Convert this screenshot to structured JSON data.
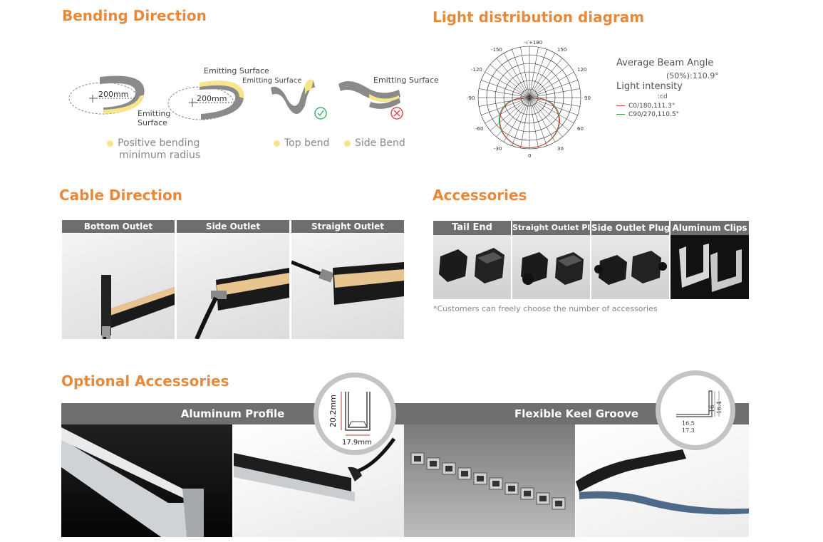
{
  "bending": {
    "title": "Bending Direction",
    "radius_label_1": "200mm",
    "radius_label_2": "200mm",
    "emitting_surface_a": "Emitting Surface",
    "emitting_surface_b": "Emitting Surface",
    "emitting_surface_c": "Emitting Surface",
    "emitting_line1": "Emitting",
    "emitting_line2": "Surface",
    "legend_positive_1": "Positive bending",
    "legend_positive_2": "minimum radius",
    "legend_top": "Top bend",
    "legend_side": "Side Bend",
    "colors": {
      "accent": "#e8893a",
      "strip_gray": "#8a8a8a",
      "emit_yellow": "#f7e58a",
      "ok_green": "#3cb371",
      "bad_red": "#e04848"
    }
  },
  "light": {
    "title": "Light distribution diagram",
    "angles_top": [
      "-√+180",
      "-150",
      "150",
      "-120",
      "120",
      "-90",
      "90",
      "-60",
      "60",
      "-30",
      "30",
      "0"
    ],
    "lbl_top": "-√+180",
    "lbl_m150": "-150",
    "lbl_p150": "150",
    "lbl_m120": "-120",
    "lbl_p120": "120",
    "lbl_m90": "-90",
    "lbl_p90": "90",
    "lbl_m60": "-60",
    "lbl_p60": "60",
    "lbl_m30": "-30",
    "lbl_p30": "30",
    "lbl_0": "0",
    "avg_beam_angle": "Average Beam Angle",
    "beam_value": "(50%):110.9°",
    "light_intensity": "Light intensity",
    "unit": ":cd",
    "c0": "C0/180,111.3°",
    "c90": "C90/270,110.5°",
    "c0_color": "#d04040",
    "c90_color": "#3a9a4a"
  },
  "cable": {
    "title": "Cable Direction",
    "bottom": "Bottom Outlet",
    "side": "Side Outlet",
    "straight": "Straight Outlet"
  },
  "accessories": {
    "title": "Accessories",
    "tail_end": "Tail End",
    "straight_plug": "Straight Outlet Plug",
    "side_plug": "Side Outlet Plug",
    "clips": "Aluminum Clips",
    "note": "*Customers can freely choose the number of accessories"
  },
  "optional": {
    "title": "Optional Accessories",
    "aluminum_profile": "Aluminum Profile",
    "keel_groove": "Flexible Keel Groove",
    "dim_height": "20.2mm",
    "dim_width": "17.9mm",
    "keel_h1": "16",
    "keel_h2": "16.4",
    "keel_w1": "16.5",
    "keel_w2": "17.3"
  }
}
